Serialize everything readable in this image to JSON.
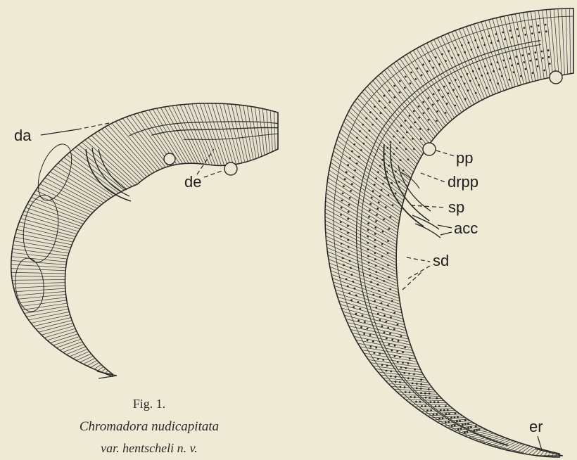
{
  "figure": {
    "number": "Fig. 1.",
    "species": "Chromadora nudicapitata",
    "variety": "var. hentscheli n. v."
  },
  "labels": {
    "da": "da",
    "de": "de",
    "pp": "pp",
    "drpp": "drpp",
    "sp": "sp",
    "acc": "acc",
    "sd": "sd",
    "er": "er"
  },
  "colors": {
    "paper": "#eeead6",
    "ink": "#262626",
    "body_tone": "#e6e1cc"
  }
}
